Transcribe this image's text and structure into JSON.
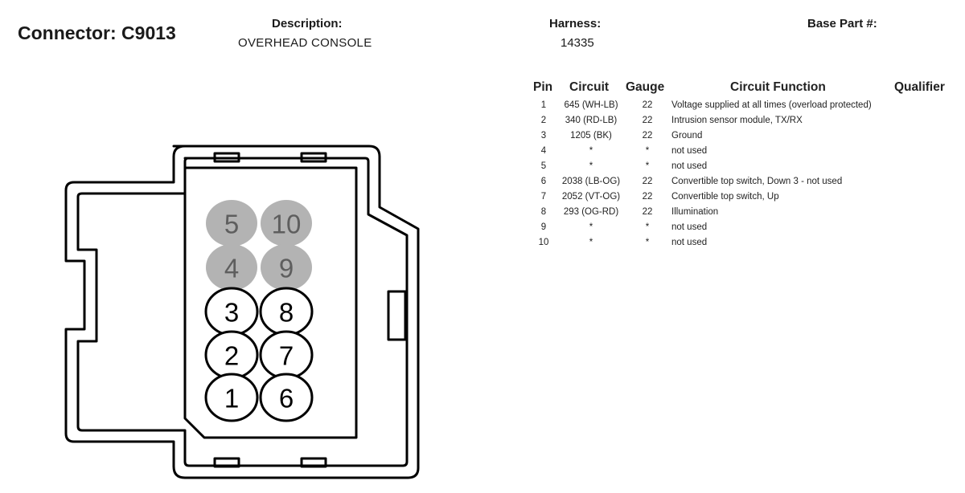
{
  "header": {
    "connector_title": "Connector: C9013",
    "description_label": "Description:",
    "description_value": "OVERHEAD CONSOLE",
    "harness_label": "Harness:",
    "harness_value": "14335",
    "base_part_label": "Base Part #:"
  },
  "table": {
    "headers": {
      "pin": "Pin",
      "circuit": "Circuit",
      "gauge": "Gauge",
      "function": "Circuit Function",
      "qualifier": "Qualifier"
    },
    "rows": [
      {
        "pin": "1",
        "circuit": "645 (WH-LB)",
        "gauge": "22",
        "function": "Voltage supplied at all times (overload protected)"
      },
      {
        "pin": "2",
        "circuit": "340 (RD-LB)",
        "gauge": "22",
        "function": "Intrusion sensor module, TX/RX"
      },
      {
        "pin": "3",
        "circuit": "1205 (BK)",
        "gauge": "22",
        "function": "Ground"
      },
      {
        "pin": "4",
        "circuit": "*",
        "gauge": "*",
        "function": "not used"
      },
      {
        "pin": "5",
        "circuit": "*",
        "gauge": "*",
        "function": "not used"
      },
      {
        "pin": "6",
        "circuit": "2038 (LB-OG)",
        "gauge": "22",
        "function": "Convertible top switch, Down 3 - not used"
      },
      {
        "pin": "7",
        "circuit": "2052 (VT-OG)",
        "gauge": "22",
        "function": "Convertible top switch, Up"
      },
      {
        "pin": "8",
        "circuit": "293 (OG-RD)",
        "gauge": "22",
        "function": "Illumination"
      },
      {
        "pin": "9",
        "circuit": "*",
        "gauge": "*",
        "function": "not used"
      },
      {
        "pin": "10",
        "circuit": "*",
        "gauge": "*",
        "function": "not used"
      }
    ]
  },
  "diagram": {
    "pins": [
      {
        "label": "5",
        "state": "unused"
      },
      {
        "label": "10",
        "state": "unused"
      },
      {
        "label": "4",
        "state": "unused"
      },
      {
        "label": "9",
        "state": "unused"
      },
      {
        "label": "3",
        "state": "used"
      },
      {
        "label": "8",
        "state": "used"
      },
      {
        "label": "2",
        "state": "used"
      },
      {
        "label": "7",
        "state": "used"
      },
      {
        "label": "1",
        "state": "used"
      },
      {
        "label": "6",
        "state": "used"
      }
    ],
    "colors": {
      "unused_fill": "#b3b3b3",
      "unused_text": "#5e5e5e",
      "used_fill": "#ffffff",
      "outline": "#000000"
    }
  }
}
